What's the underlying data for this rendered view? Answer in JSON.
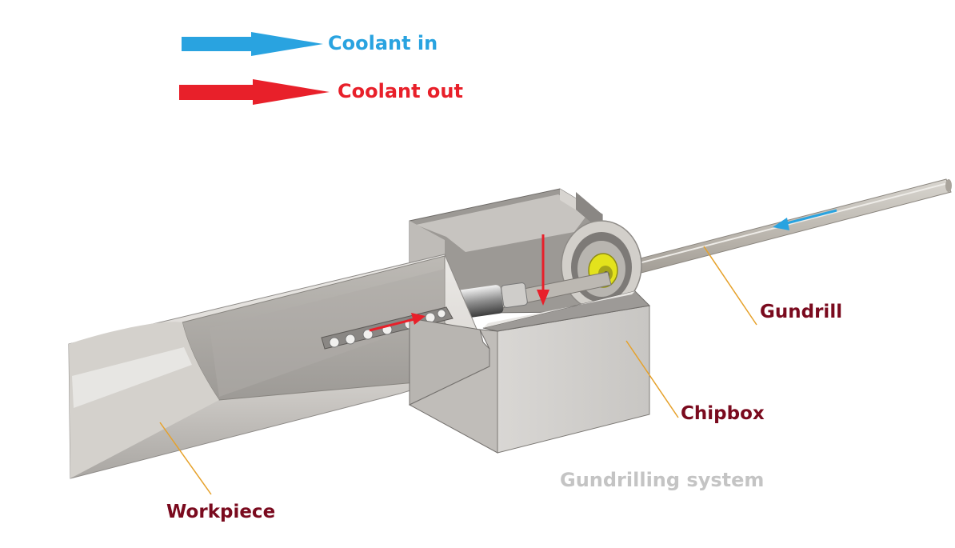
{
  "legend": {
    "coolant_in": {
      "label": "Coolant in",
      "color": "#29a3e0"
    },
    "coolant_out": {
      "label": "Coolant out",
      "color": "#e8202a"
    }
  },
  "labels": {
    "gundrill": "Gundrill",
    "chipbox": "Chipbox",
    "workpiece": "Workpiece",
    "label_color": "#7a0a1e"
  },
  "caption": {
    "text": "Gundrilling system",
    "color": "#c4c4c4"
  },
  "colors": {
    "leader_line": "#e6a12a",
    "metal_light": "#e7e5e1",
    "metal_mid": "#c9c6c1",
    "metal_dark": "#8f8c88",
    "bushing_yellow": "#e3e21c"
  }
}
